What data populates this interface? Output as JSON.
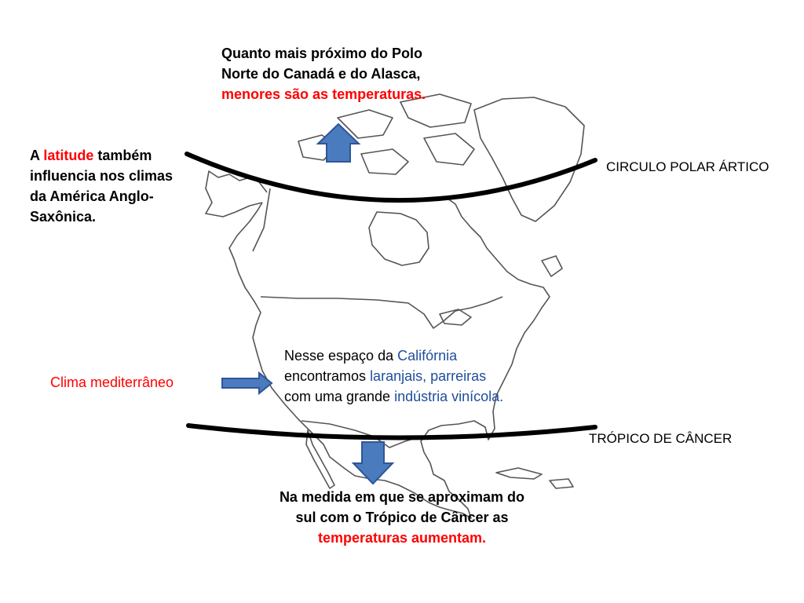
{
  "colors": {
    "emphasis_red": "#ff0000",
    "emphasis_blue": "#1f4e9a",
    "arrow_fill": "#4a7bbf",
    "arrow_stroke": "#2f5597",
    "latitude_line": "#000000",
    "map_outline": "#555555"
  },
  "top_note": {
    "line1": "Quanto mais próximo do Polo",
    "line2": "Norte do Canadá e do Alasca,",
    "line3": "menores são as temperaturas."
  },
  "left_note": {
    "prefix": "A ",
    "keyword": "latitude",
    "line1_rest": " também",
    "line2": "influencia nos climas",
    "line3": "da América Anglo-",
    "line4": "Saxônica."
  },
  "arctic_circle_label": "CIRCULO POLAR ÁRTICO",
  "tropic_label": "TRÓPICO DE CÂNCER",
  "mediterranean_label": "Clima mediterrâneo",
  "california_note": {
    "l1_prefix": "Nesse espaço da ",
    "l1_place": "Califórnia",
    "l2_prefix": "encontramos ",
    "l2_items": "laranjais, parreiras",
    "l3_prefix": "com uma grande ",
    "l3_industry": "indústria vinícola."
  },
  "bottom_note": {
    "line1": "Na medida em que se aproximam do",
    "line2": "sul com o Trópico de Câncer as",
    "line3": "temperaturas aumentam."
  },
  "icons": [
    "arrow-up-icon",
    "arrow-right-icon",
    "arrow-down-icon"
  ]
}
